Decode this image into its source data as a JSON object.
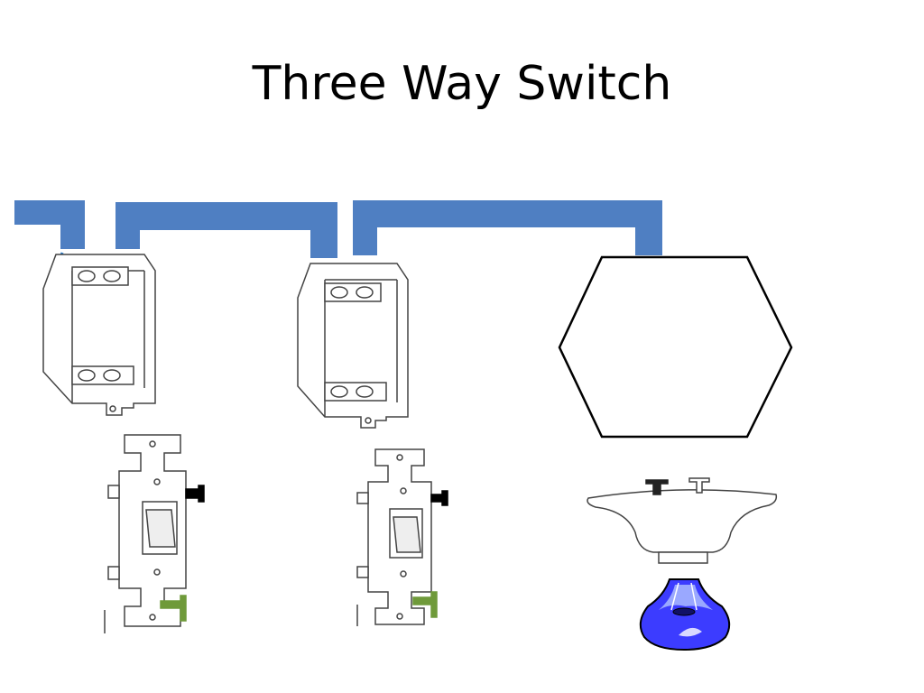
{
  "slide": {
    "title": "Three Way Switch"
  },
  "colors": {
    "conduit": "#4f7fc2",
    "wire_white": "#1f77c8",
    "wire_black": "#000000",
    "ground_screw": "#6f9a3a",
    "bulb": "#3c3cff",
    "outline": "#333333"
  },
  "components": [
    "conduit-run-left",
    "conduit-run-middle",
    "conduit-run-right",
    "switch-box-left",
    "switch-box-middle",
    "junction-box-hexagon",
    "three-way-switch-left",
    "three-way-switch-middle",
    "light-fixture",
    "light-bulb"
  ]
}
